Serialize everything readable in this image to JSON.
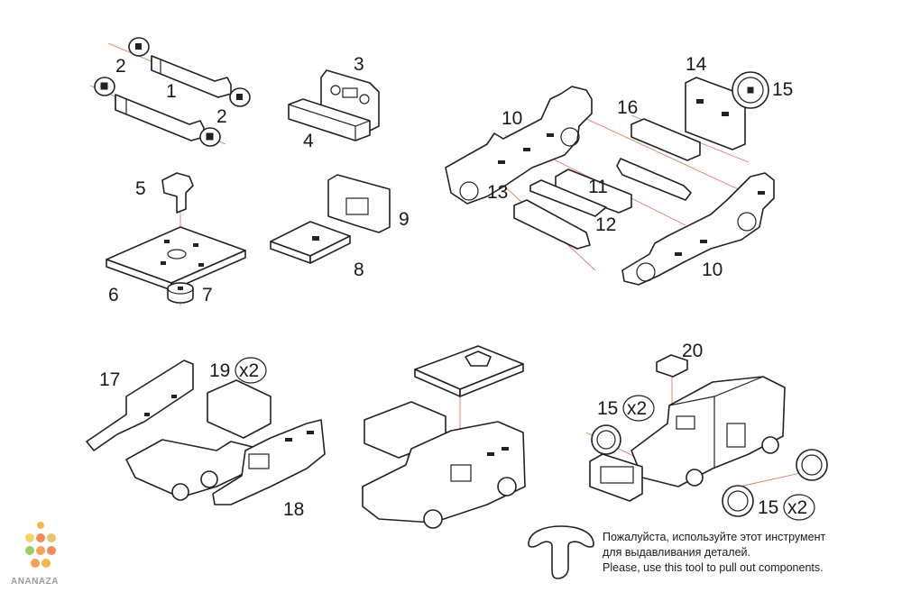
{
  "labels": {
    "p1": "1",
    "p2a": "2",
    "p2b": "2",
    "p3": "3",
    "p4": "4",
    "p5": "5",
    "p6": "6",
    "p7": "7",
    "p8": "8",
    "p9": "9",
    "p10a": "10",
    "p10b": "10",
    "p11": "11",
    "p12": "12",
    "p13": "13",
    "p14": "14",
    "p15": "15",
    "p16": "16",
    "p17": "17",
    "p18": "18",
    "p19": "19",
    "p19qty": "x2",
    "p20": "20",
    "p15b": "15",
    "p15bqty": "x2",
    "p15c": "15",
    "p15cqty": "x2"
  },
  "note": {
    "ru_line1": "Пожалуйста, используйте этот инструмент",
    "ru_line2": "для выдавливания деталей.",
    "en_line": "Please, use this tool to pull out components."
  },
  "brand": {
    "name": "ANANAZA",
    "dot_colors": [
      "#f2b84b",
      "#f7d469",
      "#f08a5d",
      "#e9c46a",
      "#9ccc65",
      "#f4a259"
    ]
  },
  "colors": {
    "guide": "#e07a6a",
    "ink": "#222222"
  }
}
